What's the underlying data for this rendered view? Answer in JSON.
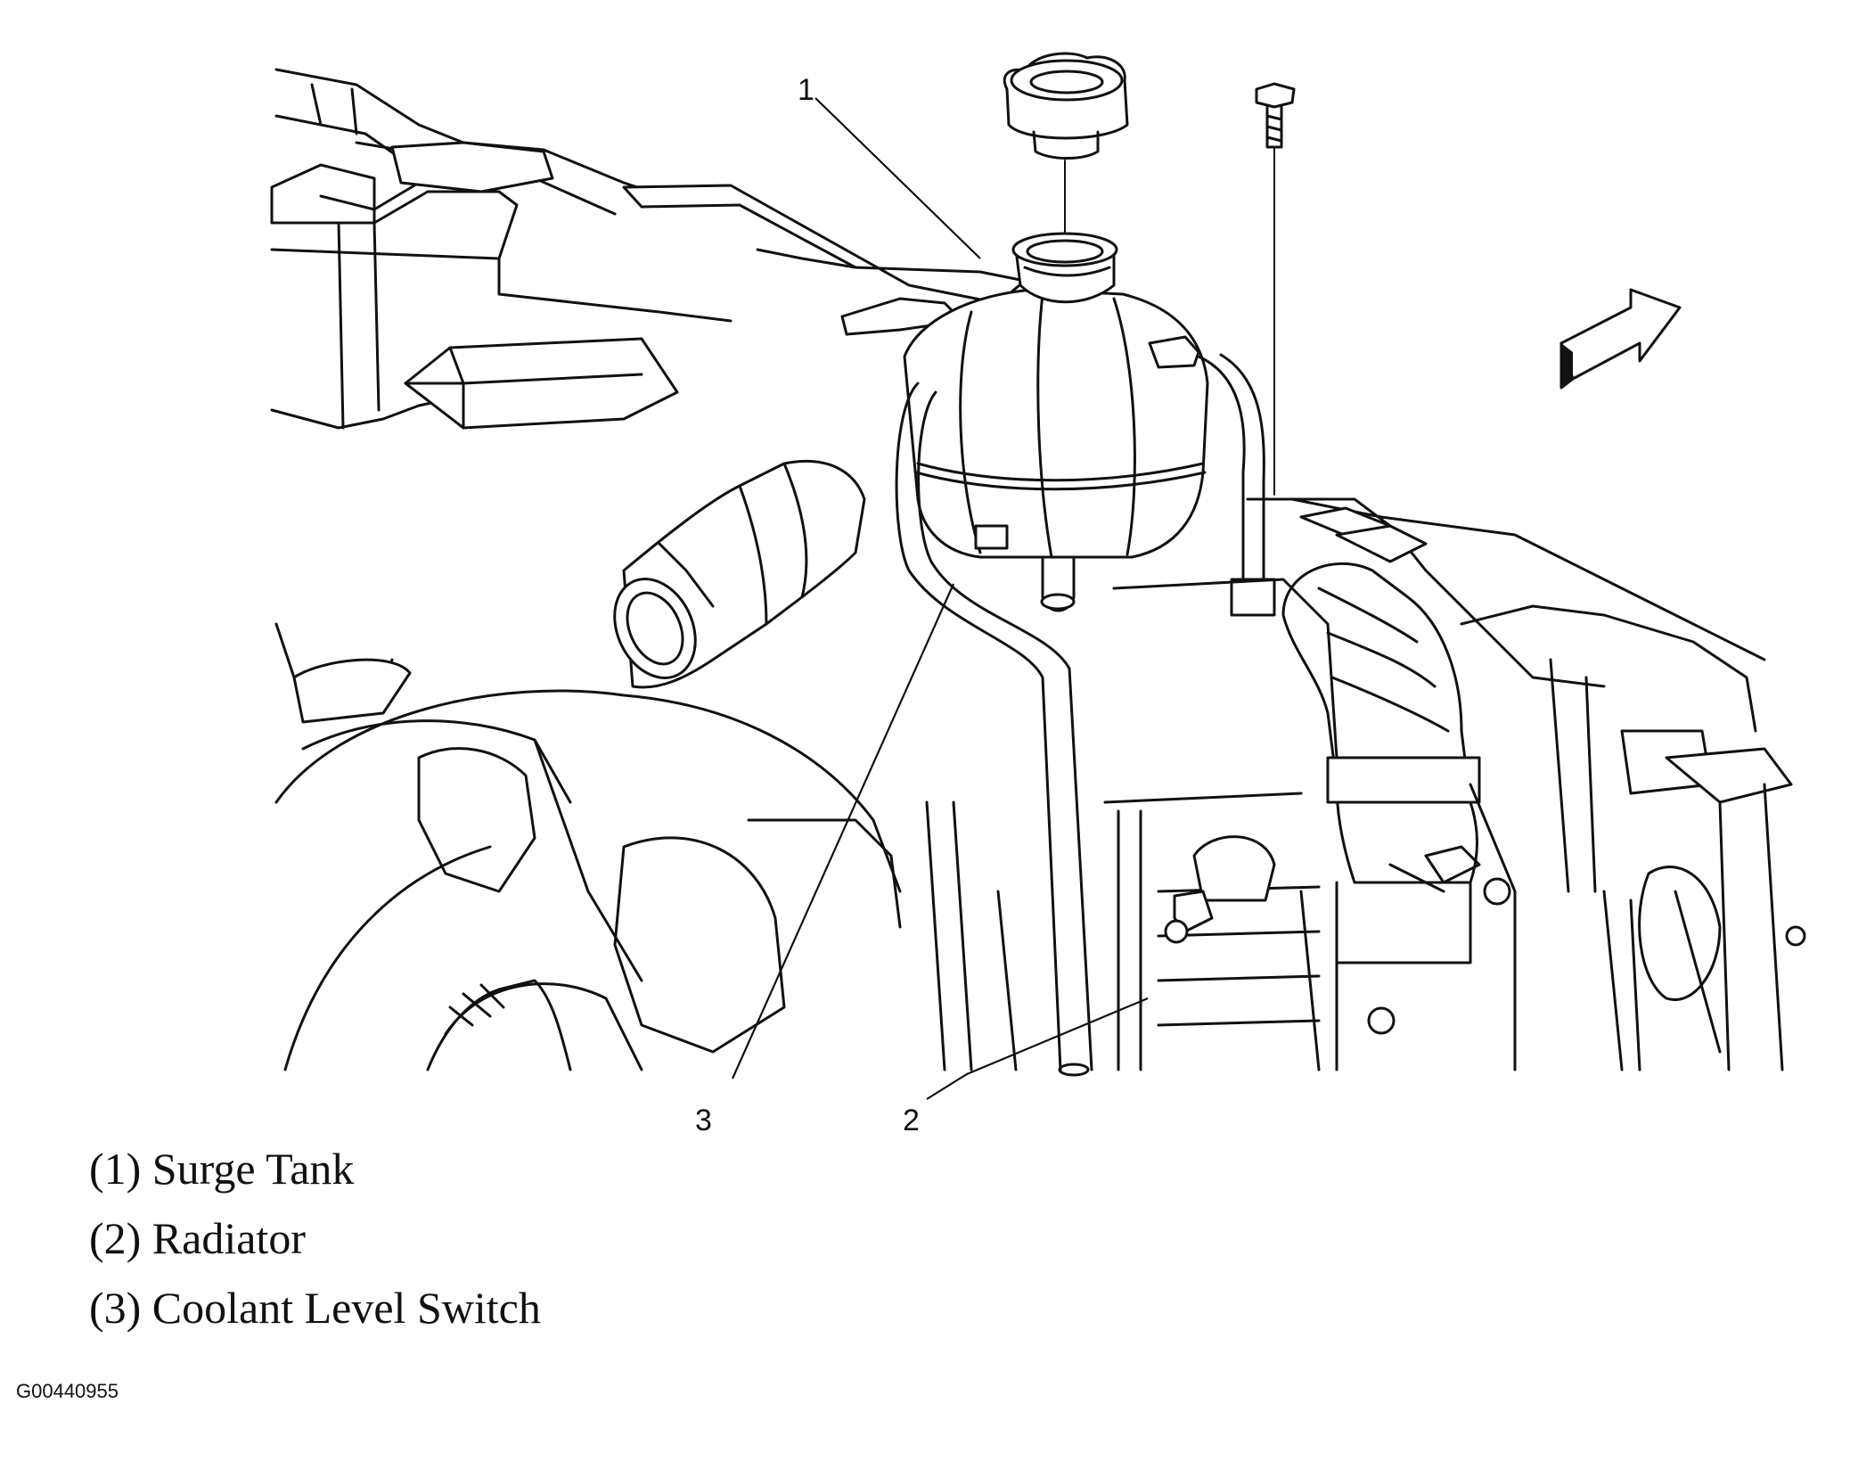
{
  "callouts": [
    {
      "number": "1"
    },
    {
      "number": "2"
    },
    {
      "number": "3"
    }
  ],
  "legend": [
    {
      "text": "(1) Surge Tank"
    },
    {
      "text": "(2) Radiator"
    },
    {
      "text": "(3) Coolant Level Switch"
    }
  ],
  "figure_id": "G00440955"
}
